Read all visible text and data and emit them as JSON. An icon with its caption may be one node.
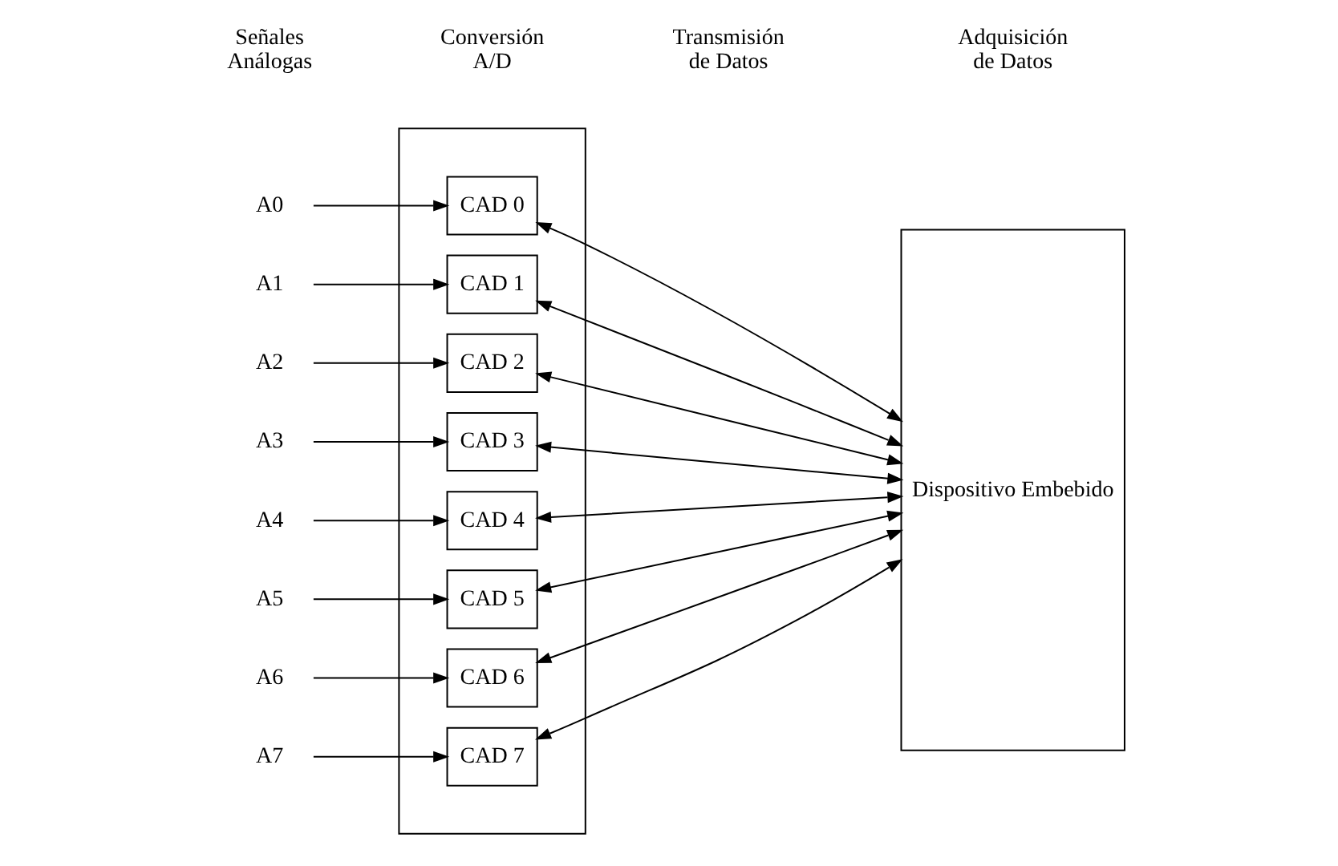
{
  "diagram": {
    "nodes": [
      {
        "text": [],
        "shape": "box"
      },
      {
        "text": [
          "Dispositivo Embebido"
        ]
      },
      {
        "text": [
          "A0"
        ]
      },
      {
        "text": [
          "CAD 0"
        ],
        "in": 0
      },
      {
        "text": [
          "A1"
        ]
      },
      {
        "text": [
          "CAD 1"
        ],
        "in": 0
      },
      {
        "text": [
          "A2"
        ]
      },
      {
        "text": [
          "CAD 2"
        ],
        "in": 0
      },
      {
        "text": [
          "A3"
        ]
      },
      {
        "text": [
          "CAD 3"
        ],
        "in": 0
      },
      {
        "text": [
          "A4"
        ]
      },
      {
        "text": [
          "CAD 4"
        ],
        "in": 0
      },
      {
        "text": [
          "A5"
        ]
      },
      {
        "text": [
          "CAD 5"
        ],
        "in": 0
      },
      {
        "text": [
          "A6"
        ]
      },
      {
        "text": [
          "CAD 6"
        ],
        "in": 0
      },
      {
        "text": [
          "A7"
        ]
      },
      {
        "text": [
          "CAD 7"
        ],
        "in": 0
      }
    ],
    "edges": [
      {
        "from": 2,
        "to": 3,
        "arrow": "to"
      },
      {
        "from": 3,
        "to": 1,
        "arrow": "both"
      },
      {
        "from": 4,
        "to": 5,
        "arrow": "to"
      },
      {
        "from": 5,
        "to": 1,
        "arrow": "both"
      },
      {
        "from": 6,
        "to": 7,
        "arrow": "to"
      },
      {
        "from": 7,
        "to": 1,
        "arrow": "both"
      },
      {
        "from": 8,
        "to": 9,
        "arrow": "to"
      },
      {
        "from": 9,
        "to": 1,
        "arrow": "both"
      },
      {
        "from": 10,
        "to": 11,
        "arrow": "to"
      },
      {
        "from": 11,
        "to": 1,
        "arrow": "both"
      },
      {
        "from": 12,
        "to": 13,
        "arrow": "to"
      },
      {
        "from": 13,
        "to": 1,
        "arrow": "both"
      },
      {
        "from": 14,
        "to": 15,
        "arrow": "to"
      },
      {
        "from": 15,
        "to": 1,
        "arrow": "both"
      },
      {
        "from": 16,
        "to": 17,
        "arrow": "to"
      },
      {
        "from": 17,
        "to": 1,
        "arrow": "both"
      }
    ],
    "labels": [
      "Señales Análogas",
      "Conversión A/D",
      "Transmisión de Datos",
      "Adquisición de Datos"
    ]
  }
}
